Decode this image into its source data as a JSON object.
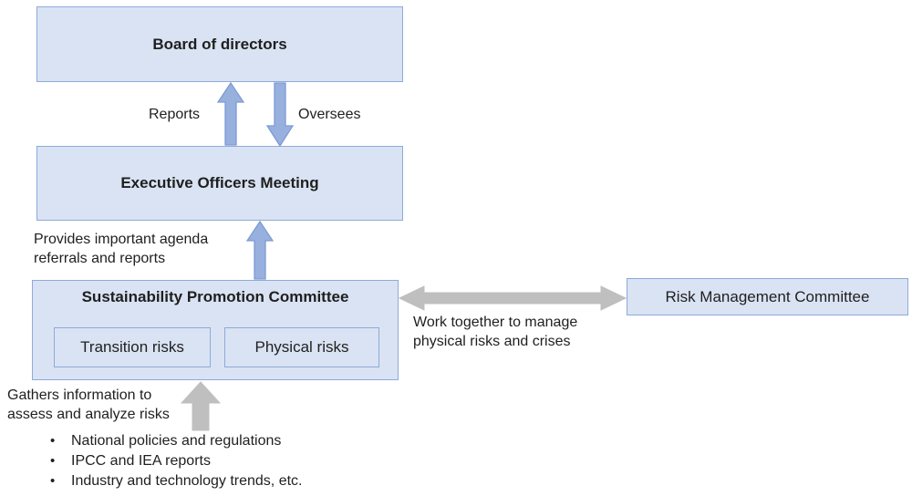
{
  "diagram": {
    "boxes": {
      "board_of_directors": "Board of directors",
      "executive_officers_meeting": "Executive Officers Meeting",
      "sustainability_promotion_committee": "Sustainability Promotion Committee",
      "transition_risks": "Transition risks",
      "physical_risks": "Physical risks",
      "risk_management_committee": "Risk Management Committee"
    },
    "arrow_labels": {
      "reports": "Reports",
      "oversees": "Oversees",
      "provides": "Provides important agenda\nreferrals and reports",
      "work_together": "Work together to manage\nphysical risks and crises",
      "gathers": "Gathers information to\nassess and analyze risks"
    },
    "bullet_char": "•",
    "bullet_items": [
      "National policies and regulations",
      "IPCC and IEA reports",
      "Industry and technology trends, etc."
    ],
    "colors": {
      "box_fill": "#dae3f3",
      "box_border": "#8eaadb",
      "blue_arrow_fill": "#98b0de",
      "blue_arrow_stroke": "#7e9bd2",
      "gray_arrow": "#bfbfbf",
      "text": "#1f1f1f"
    }
  }
}
